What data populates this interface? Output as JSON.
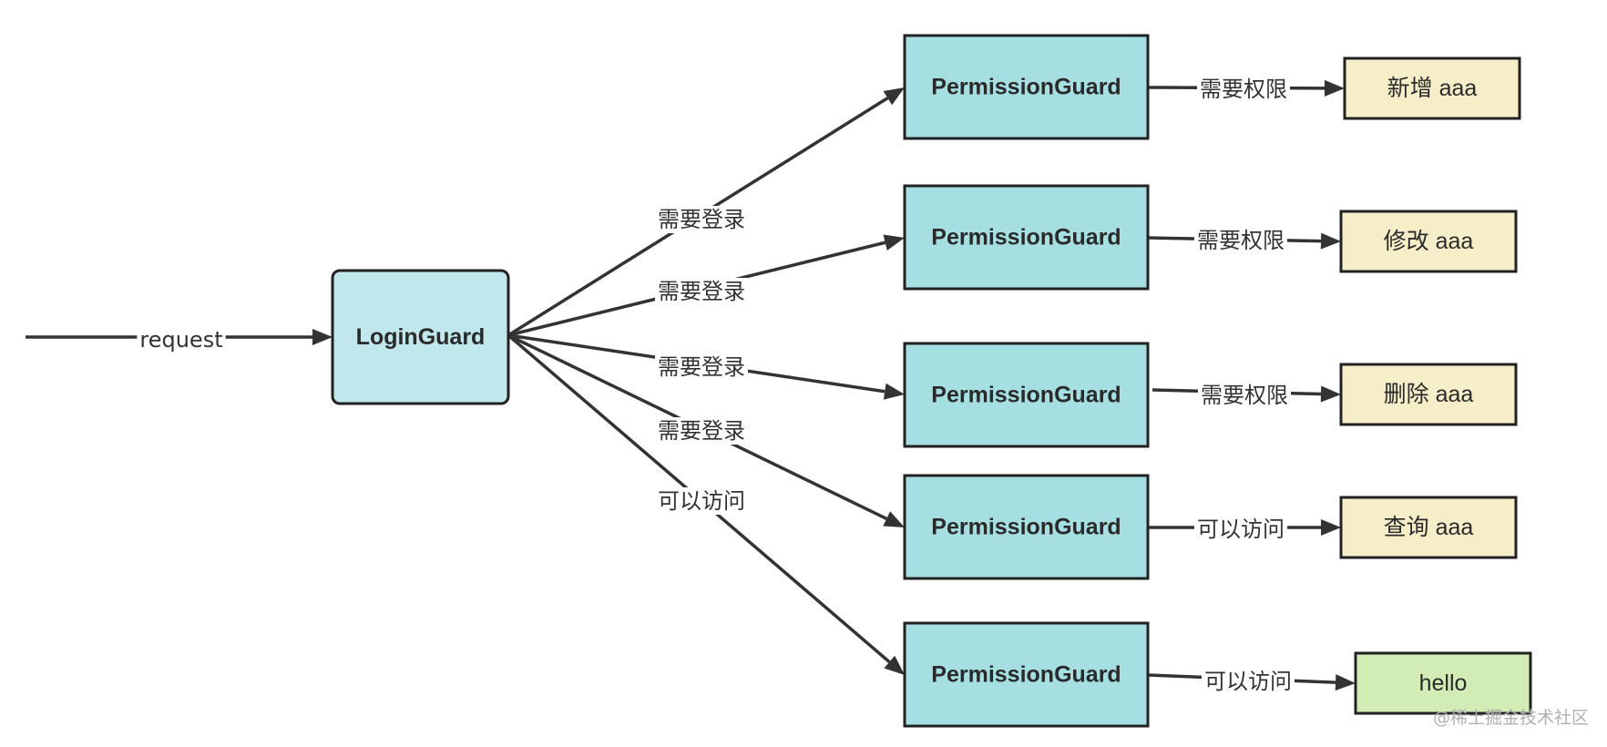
{
  "nodes": [
    {
      "id": "login-guard",
      "label": "LoginGuard",
      "kind": "guard-login",
      "fill": "#c0e8ec"
    },
    {
      "id": "pg1",
      "label": "PermissionGuard",
      "kind": "guard",
      "fill": "#a6dfe2"
    },
    {
      "id": "pg2",
      "label": "PermissionGuard",
      "kind": "guard",
      "fill": "#a6dfe2"
    },
    {
      "id": "pg3",
      "label": "PermissionGuard",
      "kind": "guard",
      "fill": "#a6dfe2"
    },
    {
      "id": "pg4",
      "label": "PermissionGuard",
      "kind": "guard",
      "fill": "#a6dfe2"
    },
    {
      "id": "pg5",
      "label": "PermissionGuard",
      "kind": "guard",
      "fill": "#a6dfe2"
    },
    {
      "id": "add",
      "label": "新增 aaa",
      "kind": "action",
      "fill": "#f5eec8"
    },
    {
      "id": "edit",
      "label": "修改 aaa",
      "kind": "action",
      "fill": "#f5eec8"
    },
    {
      "id": "delete",
      "label": "删除 aaa",
      "kind": "action",
      "fill": "#f5eec8"
    },
    {
      "id": "query",
      "label": "查询 aaa",
      "kind": "action",
      "fill": "#f5eec8"
    },
    {
      "id": "hello",
      "label": "hello",
      "kind": "action",
      "fill": "#d2ecb6"
    }
  ],
  "edges": [
    {
      "id": "e-request",
      "from": "",
      "to": "login-guard",
      "label": "request"
    },
    {
      "id": "e1",
      "from": "login-guard",
      "to": "pg1",
      "label": "需要登录"
    },
    {
      "id": "e2",
      "from": "login-guard",
      "to": "pg2",
      "label": "需要登录"
    },
    {
      "id": "e3",
      "from": "login-guard",
      "to": "pg3",
      "label": "需要登录"
    },
    {
      "id": "e4",
      "from": "login-guard",
      "to": "pg4",
      "label": "需要登录"
    },
    {
      "id": "e5",
      "from": "login-guard",
      "to": "pg5",
      "label": "可以访问"
    },
    {
      "id": "e6",
      "from": "pg1",
      "to": "add",
      "label": "需要权限"
    },
    {
      "id": "e7",
      "from": "pg2",
      "to": "edit",
      "label": "需要权限"
    },
    {
      "id": "e8",
      "from": "pg3",
      "to": "delete",
      "label": "需要权限"
    },
    {
      "id": "e9",
      "from": "pg4",
      "to": "query",
      "label": "可以访问"
    },
    {
      "id": "e10",
      "from": "pg5",
      "to": "hello",
      "label": "可以访问"
    }
  ],
  "watermark": "@稀土掘金技术社区"
}
